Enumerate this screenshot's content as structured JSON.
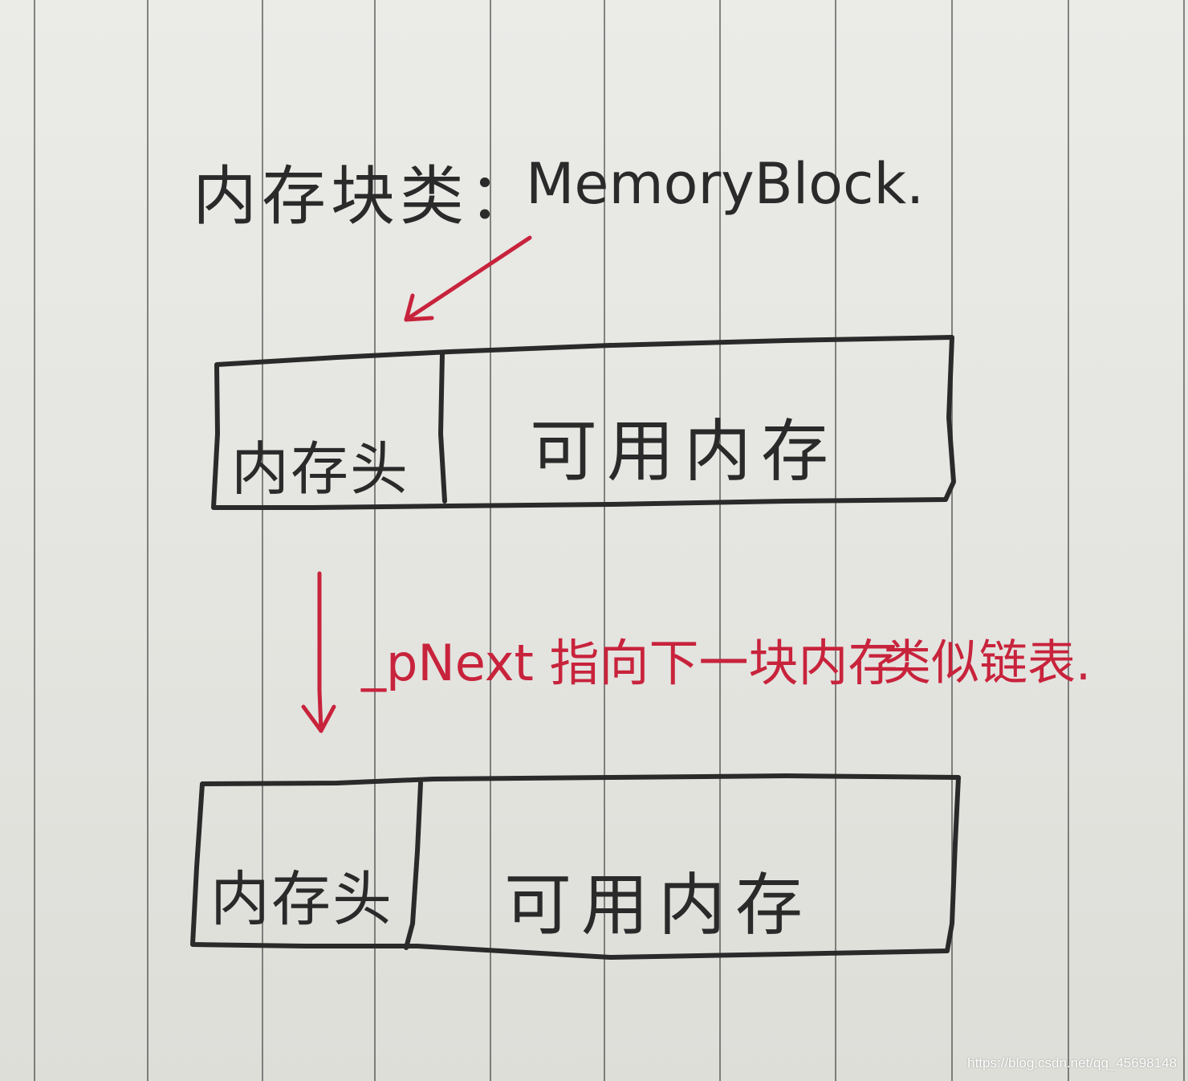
{
  "title": {
    "zh": "内存块类：",
    "en": "MemoryBlock."
  },
  "blocks": [
    {
      "header": "内存头",
      "body": "可用内存"
    },
    {
      "header": "内存头",
      "body": "可用内存"
    }
  ],
  "link_note": {
    "main": "_pNext 指向下一块内存",
    "aside": "类似链表."
  },
  "watermark": "https://blog.csdn.net/qq_45698148",
  "colors": {
    "ink_black": "#2a2a2a",
    "ink_red": "#c8233c",
    "paper": "#e6e6e2",
    "rule_lines": "#2b2b2b"
  }
}
